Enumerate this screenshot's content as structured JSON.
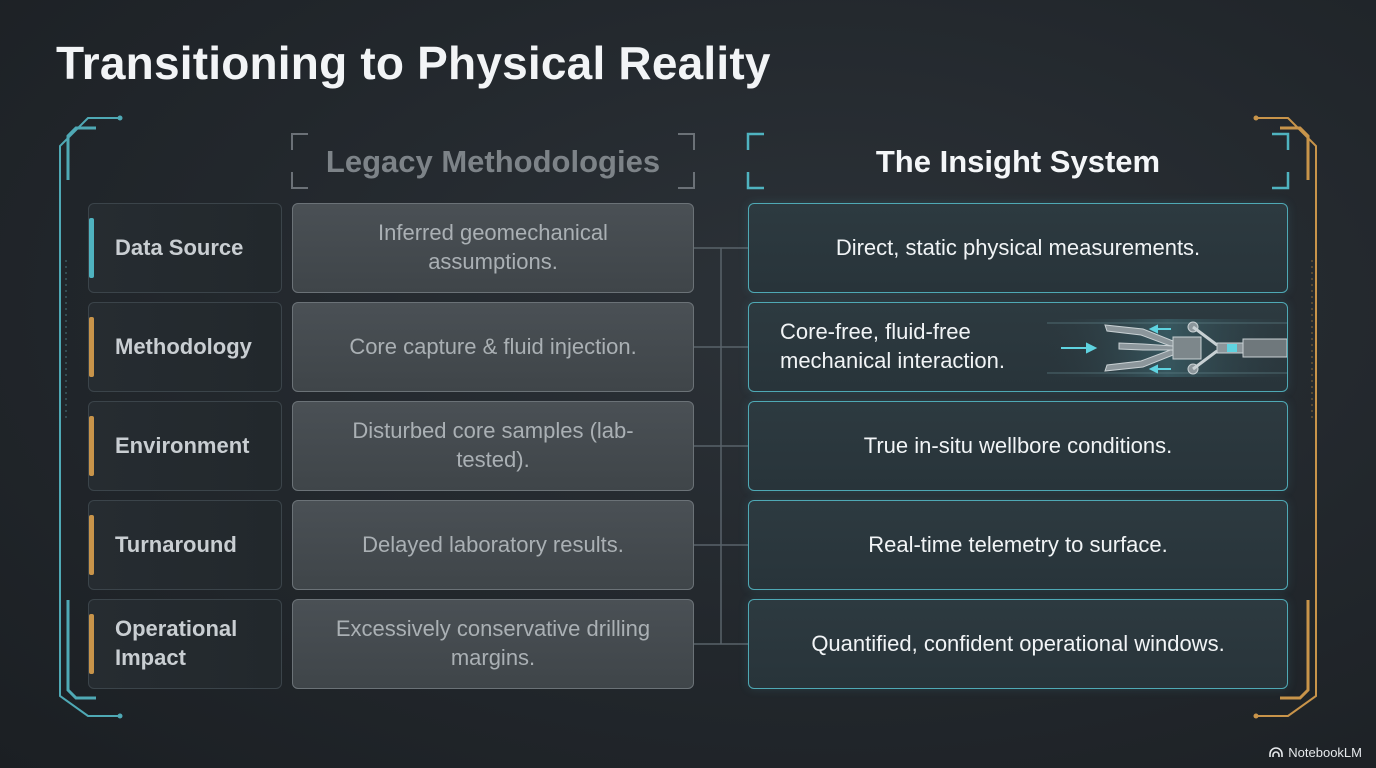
{
  "title": "Transitioning to Physical Reality",
  "columns": {
    "legacy": "Legacy Methodologies",
    "insight": "The Insight System"
  },
  "rows": [
    {
      "label": "Data Source",
      "legacy": "Inferred geomechanical assumptions.",
      "insight": "Direct, static physical measurements.",
      "accent": "#4fb3c0"
    },
    {
      "label": "Methodology",
      "legacy": "Core capture & fluid injection.",
      "insight": "Core-free, fluid-free mechanical interaction.",
      "accent": "#c8944a"
    },
    {
      "label": "Environment",
      "legacy": "Disturbed core samples (lab-tested).",
      "insight": "True in-situ wellbore conditions.",
      "accent": "#c8944a"
    },
    {
      "label": "Turnaround",
      "legacy": "Delayed laboratory results.",
      "insight": "Real-time telemetry to surface.",
      "accent": "#c8944a"
    },
    {
      "label": "Operational Impact",
      "legacy": "Excessively conservative drilling margins.",
      "insight": "Quantified, confident operational windows.",
      "accent": "#c8944a"
    }
  ],
  "colors": {
    "teal": "#4fa9b5",
    "amber": "#c8944a"
  },
  "icons": [
    "mechanical-gripper-tool-icon",
    "notebooklm-logo-icon"
  ],
  "brand": "NotebookLM"
}
